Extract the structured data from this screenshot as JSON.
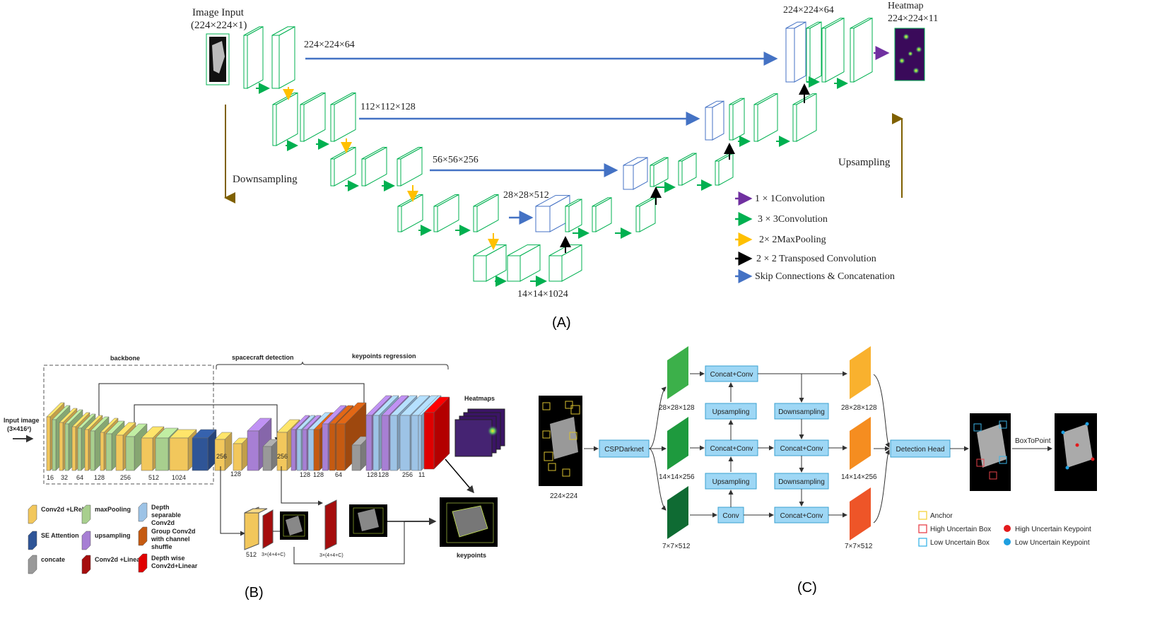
{
  "panel_a": {
    "caption": "(A)",
    "image_input_title": "Image Input",
    "image_input_dims": "(224×224×1)",
    "dim_224x64_top": "224×224×64",
    "dim_224x64_right": "224×224×64",
    "dim_112": "112×112×128",
    "dim_56": "56×56×256",
    "dim_28": "28×28×512",
    "dim_14": "14×14×1024",
    "heatmap_title": "Heatmap",
    "heatmap_dims": "224×224×11",
    "downsampling": "Downsampling",
    "upsampling": "Upsampling",
    "legend": [
      {
        "label": "1 × 1Convolution",
        "color": "#7030a0"
      },
      {
        "label": "3 × 3Convolution",
        "color": "#00b050"
      },
      {
        "label": "2×  2MaxPooling",
        "color": "#ffc000"
      },
      {
        "label": "2 × 2 Transposed Convolution",
        "color": "#000000"
      },
      {
        "label": "Skip Connections & Concatenation",
        "color": "#4472c4"
      }
    ]
  },
  "panel_b": {
    "caption": "(B)",
    "input_title": "Input image",
    "input_dims": "(3×416²)",
    "section_backbone": "backbone",
    "section_detection": "spacecraft detection",
    "section_keypoints": "keypoints regression",
    "backbone_dims": [
      "16",
      "32",
      "64",
      "128",
      "256",
      "512",
      "1024"
    ],
    "mid_dims": {
      "a256": "256",
      "b128": "128",
      "c256": "256",
      "d128a": "128",
      "d128b": "128",
      "d64": "64",
      "e128a": "128",
      "e128b": "128",
      "e256": "256",
      "e11": "11"
    },
    "heatmaps_label": "Heatmaps",
    "keypoints_label": "keypoints",
    "branch_512": "512",
    "branch_out1": "3×(4+4+C)",
    "branch_out2": "3×(4+4+C)",
    "legend": [
      {
        "label": "Conv2d +LRelu",
        "color": "#f2c75c"
      },
      {
        "label": "maxPooling",
        "color": "#a8cf8e"
      },
      {
        "label": "Depth  separable Conv2d",
        "color": "#9dc3e6"
      },
      {
        "label": "SE Attention",
        "color": "#2f5597"
      },
      {
        "label": "upsampling",
        "color": "#a77fd4"
      },
      {
        "label": "Group Conv2d with channel shuffle",
        "color": "#c55a11"
      },
      {
        "label": "concate",
        "color": "#999999"
      },
      {
        "label": "Conv2d +Linear",
        "color": "#a50d0d"
      },
      {
        "label": "Depth wise Conv2d+Linear",
        "color": "#e00000"
      }
    ]
  },
  "panel_c": {
    "caption": "(C)",
    "input_size": "224×224",
    "csp": "CSPDarknet",
    "left_dims": [
      "28×28×128",
      "14×14×256",
      "7×7×512"
    ],
    "right_dims": [
      "28×28×128",
      "14×14×256",
      "7×7×512"
    ],
    "boxes": {
      "concat_conv_top": "Concat+Conv",
      "upsampling_1": "Upsampling",
      "downsampling_1": "Downsampling",
      "concat_conv_mid_left": "Concat+Conv",
      "concat_conv_mid_right": "Concat+Conv",
      "upsampling_2": "Upsampling",
      "downsampling_2": "Downsampling",
      "conv": "Conv",
      "concat_conv_bottom": "Concat+Conv"
    },
    "detection_head": "Detection Head",
    "box_to_point": "BoxToPoint",
    "legend": [
      {
        "label": "Anchor",
        "color": "#f5d33b",
        "shape": "square"
      },
      {
        "label": "High Uncertain Box",
        "color": "#e8424a",
        "shape": "square"
      },
      {
        "label": "Low Uncertain Box",
        "color": "#3bb5e8",
        "shape": "square"
      },
      {
        "label": "High Uncertain Keypoint",
        "color": "#e31a1c",
        "shape": "dot"
      },
      {
        "label": "Low Uncertain Keypoint",
        "color": "#1e9fe0",
        "shape": "dot"
      }
    ]
  }
}
